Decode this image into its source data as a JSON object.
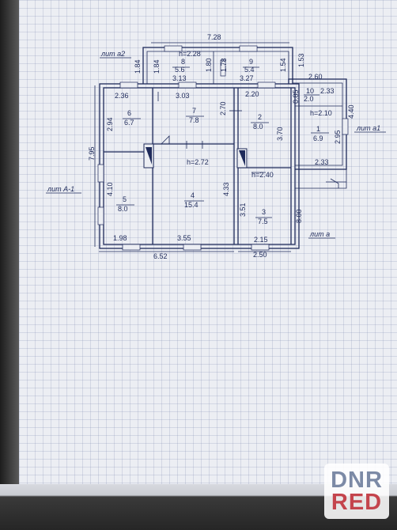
{
  "labels": {
    "lit_a2": "лит а2",
    "lit_a1": "лит а1",
    "lit_A1": "лит А-1",
    "lit_a": "лит а"
  },
  "rooms": [
    {
      "id": "1",
      "number": "1",
      "area": "6.9"
    },
    {
      "id": "2",
      "number": "2",
      "area": "8.0"
    },
    {
      "id": "3",
      "number": "3",
      "area": "7.5"
    },
    {
      "id": "4",
      "number": "4",
      "area": "15.4"
    },
    {
      "id": "5",
      "number": "5",
      "area": "8.0"
    },
    {
      "id": "6",
      "number": "6",
      "area": "6.7"
    },
    {
      "id": "7",
      "number": "7",
      "area": "7.8"
    },
    {
      "id": "8",
      "number": "8",
      "area": "5.6"
    },
    {
      "id": "9",
      "number": "9",
      "area": "5.4"
    },
    {
      "id": "10",
      "number": "10",
      "area": "2.0"
    }
  ],
  "heights": {
    "h228": "h=2.28",
    "h272": "h=2.72",
    "h240": "h=2.40",
    "h210": "h=2.10"
  },
  "dimensions": {
    "d728": "7.28",
    "d184a": "1.84",
    "d184b": "1.84",
    "d180": "1.80",
    "d178": "1.78",
    "d154": "1.54",
    "d153": "1.53",
    "d313": "3.13",
    "d327": "3.27",
    "d260": "2.60",
    "d236": "2.36",
    "d303": "3.03",
    "d220": "2.20",
    "d085": "0.85",
    "d233a": "2.33",
    "d440": "4.40",
    "d294": "2.94",
    "d270": "2.70",
    "d370": "3.70",
    "d295": "2.95",
    "d795": "7.95",
    "d233b": "2.33",
    "d410": "4.10",
    "d433": "4.33",
    "d351": "3.51",
    "d800": "8.00",
    "d198": "1.98",
    "d355": "3.55",
    "d215": "2.15",
    "d652": "6.52",
    "d250": "2.50"
  },
  "watermark": {
    "top": "DNR",
    "bottom": "RED"
  }
}
